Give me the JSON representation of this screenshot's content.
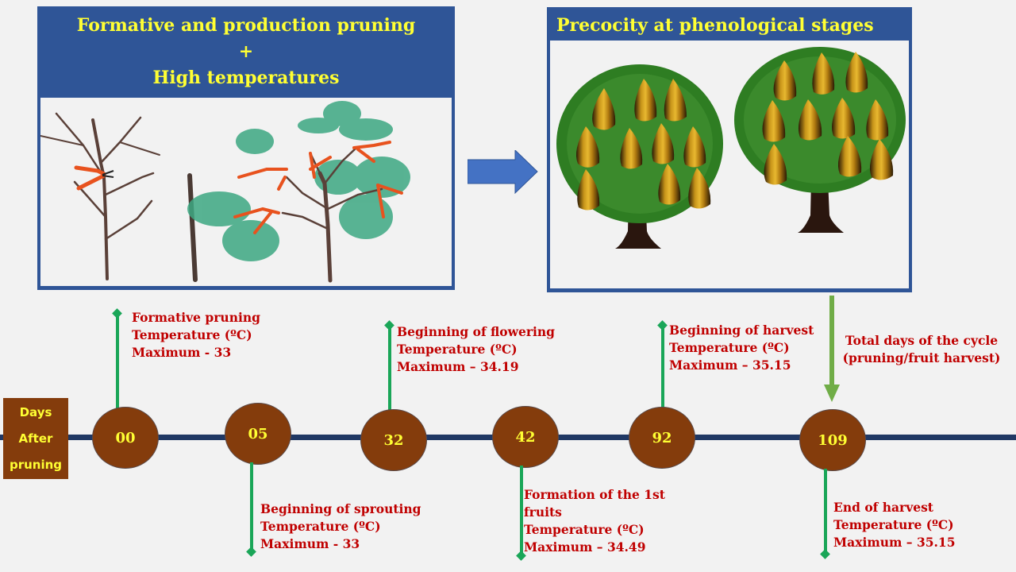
{
  "panels": {
    "left": {
      "title_line1": "Formative and production pruning",
      "title_plus": "+",
      "title_line2": "High temperatures",
      "illustrations": [
        "bare-pruned-tree",
        "cutting-stick",
        "leafy-fig-tree-with-pruning-shears"
      ]
    },
    "right": {
      "title": "Precocity at phenological stages",
      "illustrations": [
        "fig-tree-with-fruits",
        "fig-tree-with-fruits"
      ]
    }
  },
  "connector_arrow": "right-arrow",
  "axis_label": {
    "line1": "Days",
    "line2": "After",
    "line3": "pruning"
  },
  "total_cycle_label": "Total days of the cycle (pruning/fruit harvest)",
  "colors": {
    "panel_header": "#2f5597",
    "title_text": "#ffff33",
    "node_fill": "#843c0c",
    "label_text": "#c00000",
    "stem": "#1aa658",
    "timeline": "#203864",
    "total_arrow": "#70ad47"
  },
  "stages": [
    {
      "day": "00",
      "title": "Formative pruning",
      "temp_label": "Temperature (ºC)",
      "max_label": "Maximum - 33",
      "position": "above"
    },
    {
      "day": "05",
      "title": "Beginning of sprouting",
      "temp_label": "Temperature (ºC)",
      "max_label": "Maximum - 33",
      "position": "below"
    },
    {
      "day": "32",
      "title": "Beginning of flowering",
      "temp_label": "Temperature (ºC)",
      "max_label": "Maximum – 34.19",
      "position": "above"
    },
    {
      "day": "42",
      "title": "Formation of the 1st fruits",
      "title_line1": "Formation of the 1st",
      "title_line2": "fruits",
      "temp_label": "Temperature (ºC)",
      "max_label": "Maximum – 34.49",
      "position": "below"
    },
    {
      "day": "92",
      "title": "Beginning of harvest",
      "temp_label": "Temperature (ºC)",
      "max_label": "Maximum – 35.15",
      "position": "above"
    },
    {
      "day": "109",
      "title": "End of harvest",
      "temp_label": "Temperature (ºC)",
      "max_label": "Maximum – 35.15",
      "position": "below"
    }
  ]
}
